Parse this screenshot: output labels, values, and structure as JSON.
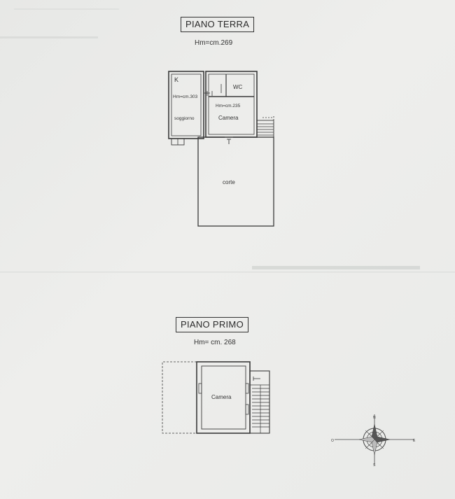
{
  "ground_floor": {
    "title": "PIANO TERRA",
    "height": "Hm=cm.269",
    "rooms": {
      "kitchen": "K",
      "living_height": "Hm=cm.303",
      "living": "soggiorno",
      "wc": "WC",
      "bedroom_height": "Hm=cm.235",
      "bedroom": "Camera",
      "courtyard": "corte"
    }
  },
  "first_floor": {
    "title": "PIANO PRIMO",
    "height": "Hm= cm. 268",
    "rooms": {
      "bedroom": "Camera"
    }
  },
  "compass": {
    "north": "N",
    "south": "S",
    "east": "E",
    "west": "O"
  }
}
